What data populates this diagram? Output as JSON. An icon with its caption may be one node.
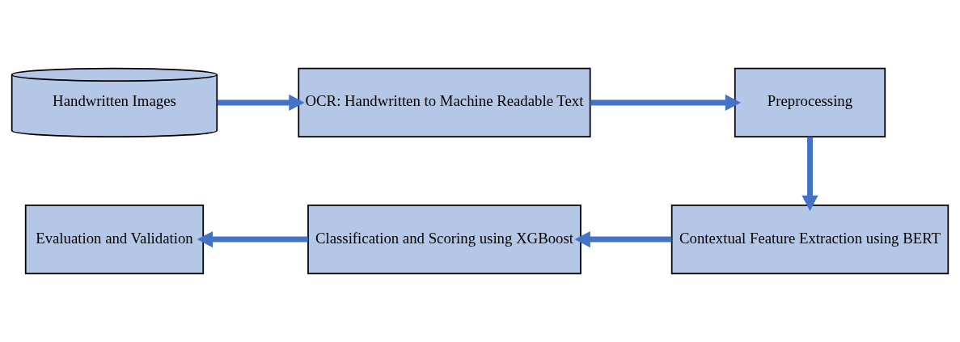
{
  "diagram": {
    "nodes": [
      {
        "text": [
          "Handwritten Images"
        ]
      },
      {
        "text": [
          "OCR: Handwritten to Machine Readable Text"
        ]
      },
      {
        "text": [
          "Preprocessing"
        ]
      },
      {
        "text": [
          "Contextual Feature Extraction using BERT"
        ]
      },
      {
        "text": [
          "Classification and Scoring using XGBoost"
        ]
      },
      {
        "text": [
          "Evaluation and Validation"
        ]
      }
    ],
    "edges": [
      {
        "from": 0,
        "to": 1,
        "arrow": "to"
      },
      {
        "from": 1,
        "to": 2,
        "arrow": "to"
      },
      {
        "from": 2,
        "to": 3,
        "arrow": "to"
      },
      {
        "from": 3,
        "to": 4,
        "arrow": "to"
      },
      {
        "from": 4,
        "to": 5,
        "arrow": "to"
      }
    ]
  }
}
